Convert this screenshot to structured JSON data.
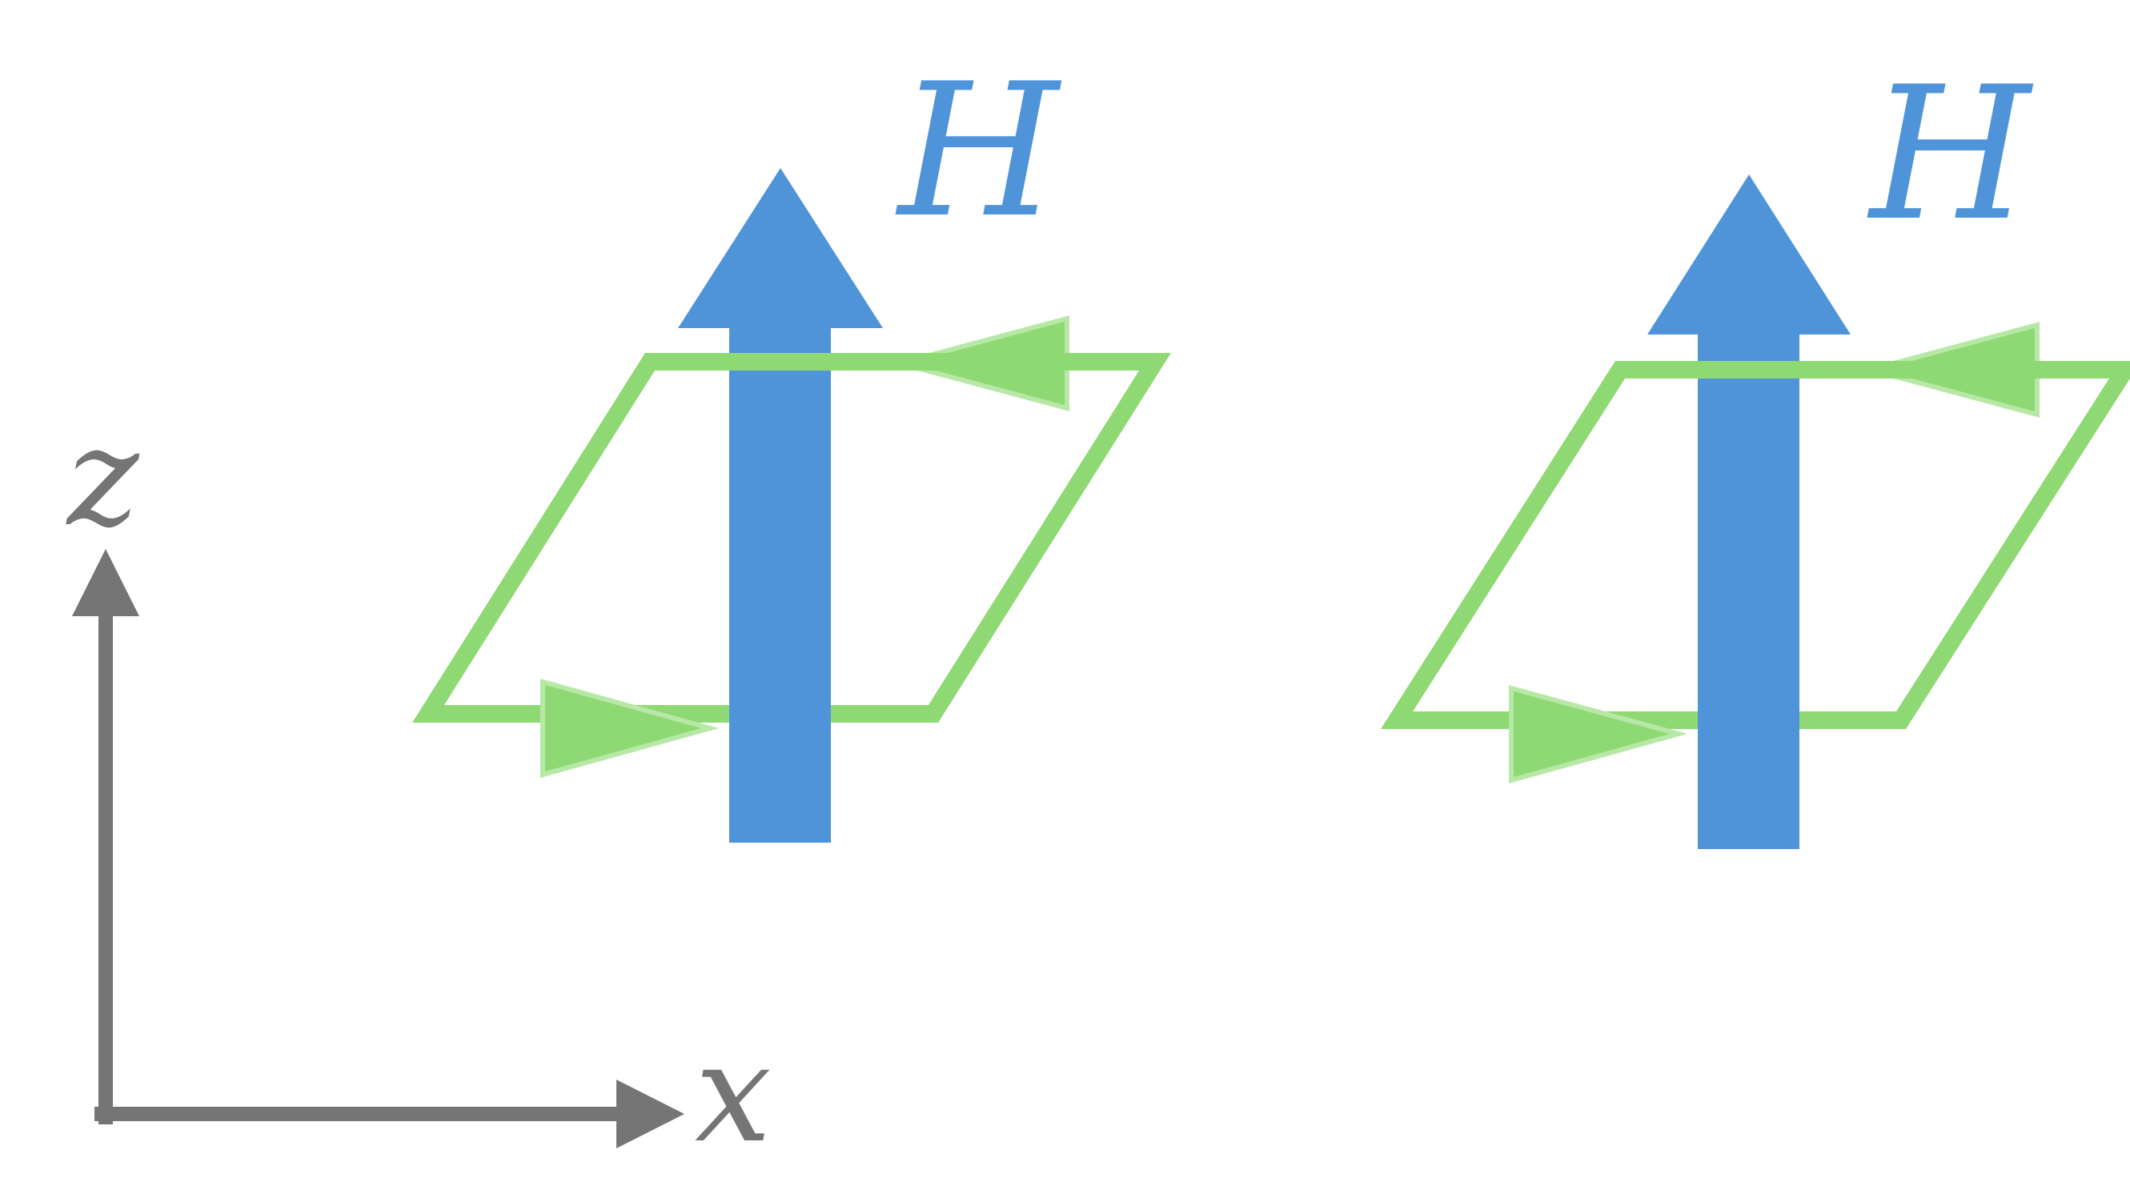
{
  "axes": {
    "z_label": "z",
    "x_label": "x",
    "color": "#757575"
  },
  "loops": [
    {
      "field_label": "H"
    },
    {
      "field_label": "H"
    }
  ],
  "colors": {
    "field_arrow": "#4f94d9",
    "loop": "#8fd974",
    "loop_arrow_outline": "#b7e8a6",
    "label": "#4f94d9"
  }
}
